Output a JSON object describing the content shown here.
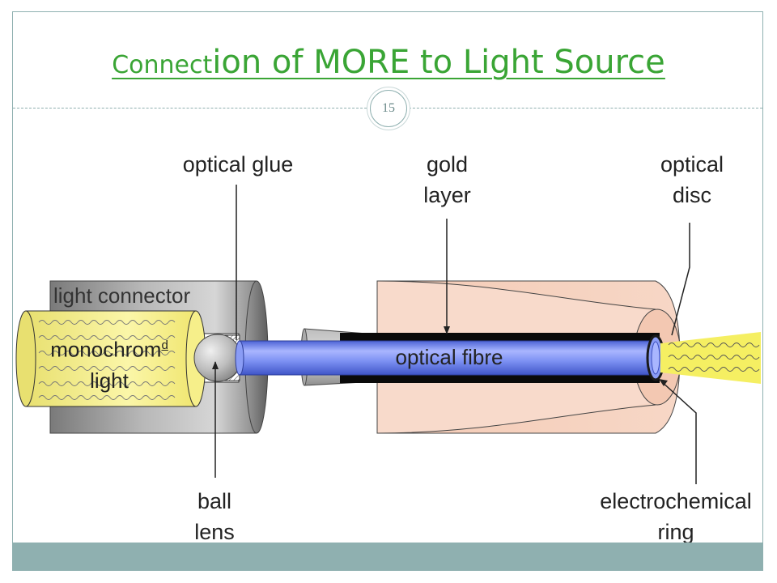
{
  "slide": {
    "title_part1": "Connect",
    "title_part2": "ion of MORE to Light Source",
    "slide_number": "15"
  },
  "labels": {
    "optical_glue": "optical glue",
    "gold_layer_line1": "gold",
    "gold_layer_line2": "layer",
    "optical_disc_line1": "optical",
    "optical_disc_line2": "disc",
    "light_connector": "light connector",
    "monochrom": "monochrom",
    "monochrom_sup": "d",
    "light": "light",
    "optical_fibre": "optical fibre",
    "ball_lens_line1": "ball",
    "ball_lens_line2": "lens",
    "electrochemical_ring_line1": "electrochemical",
    "electrochemical_ring_line2": "ring"
  },
  "colors": {
    "title": "#3aa535",
    "theme": "#8fb0b0",
    "fibre": "#6f86f0",
    "sleeve": "#f6d0bd",
    "connector": "#9a9a9a",
    "light": "#f5ef7a"
  }
}
